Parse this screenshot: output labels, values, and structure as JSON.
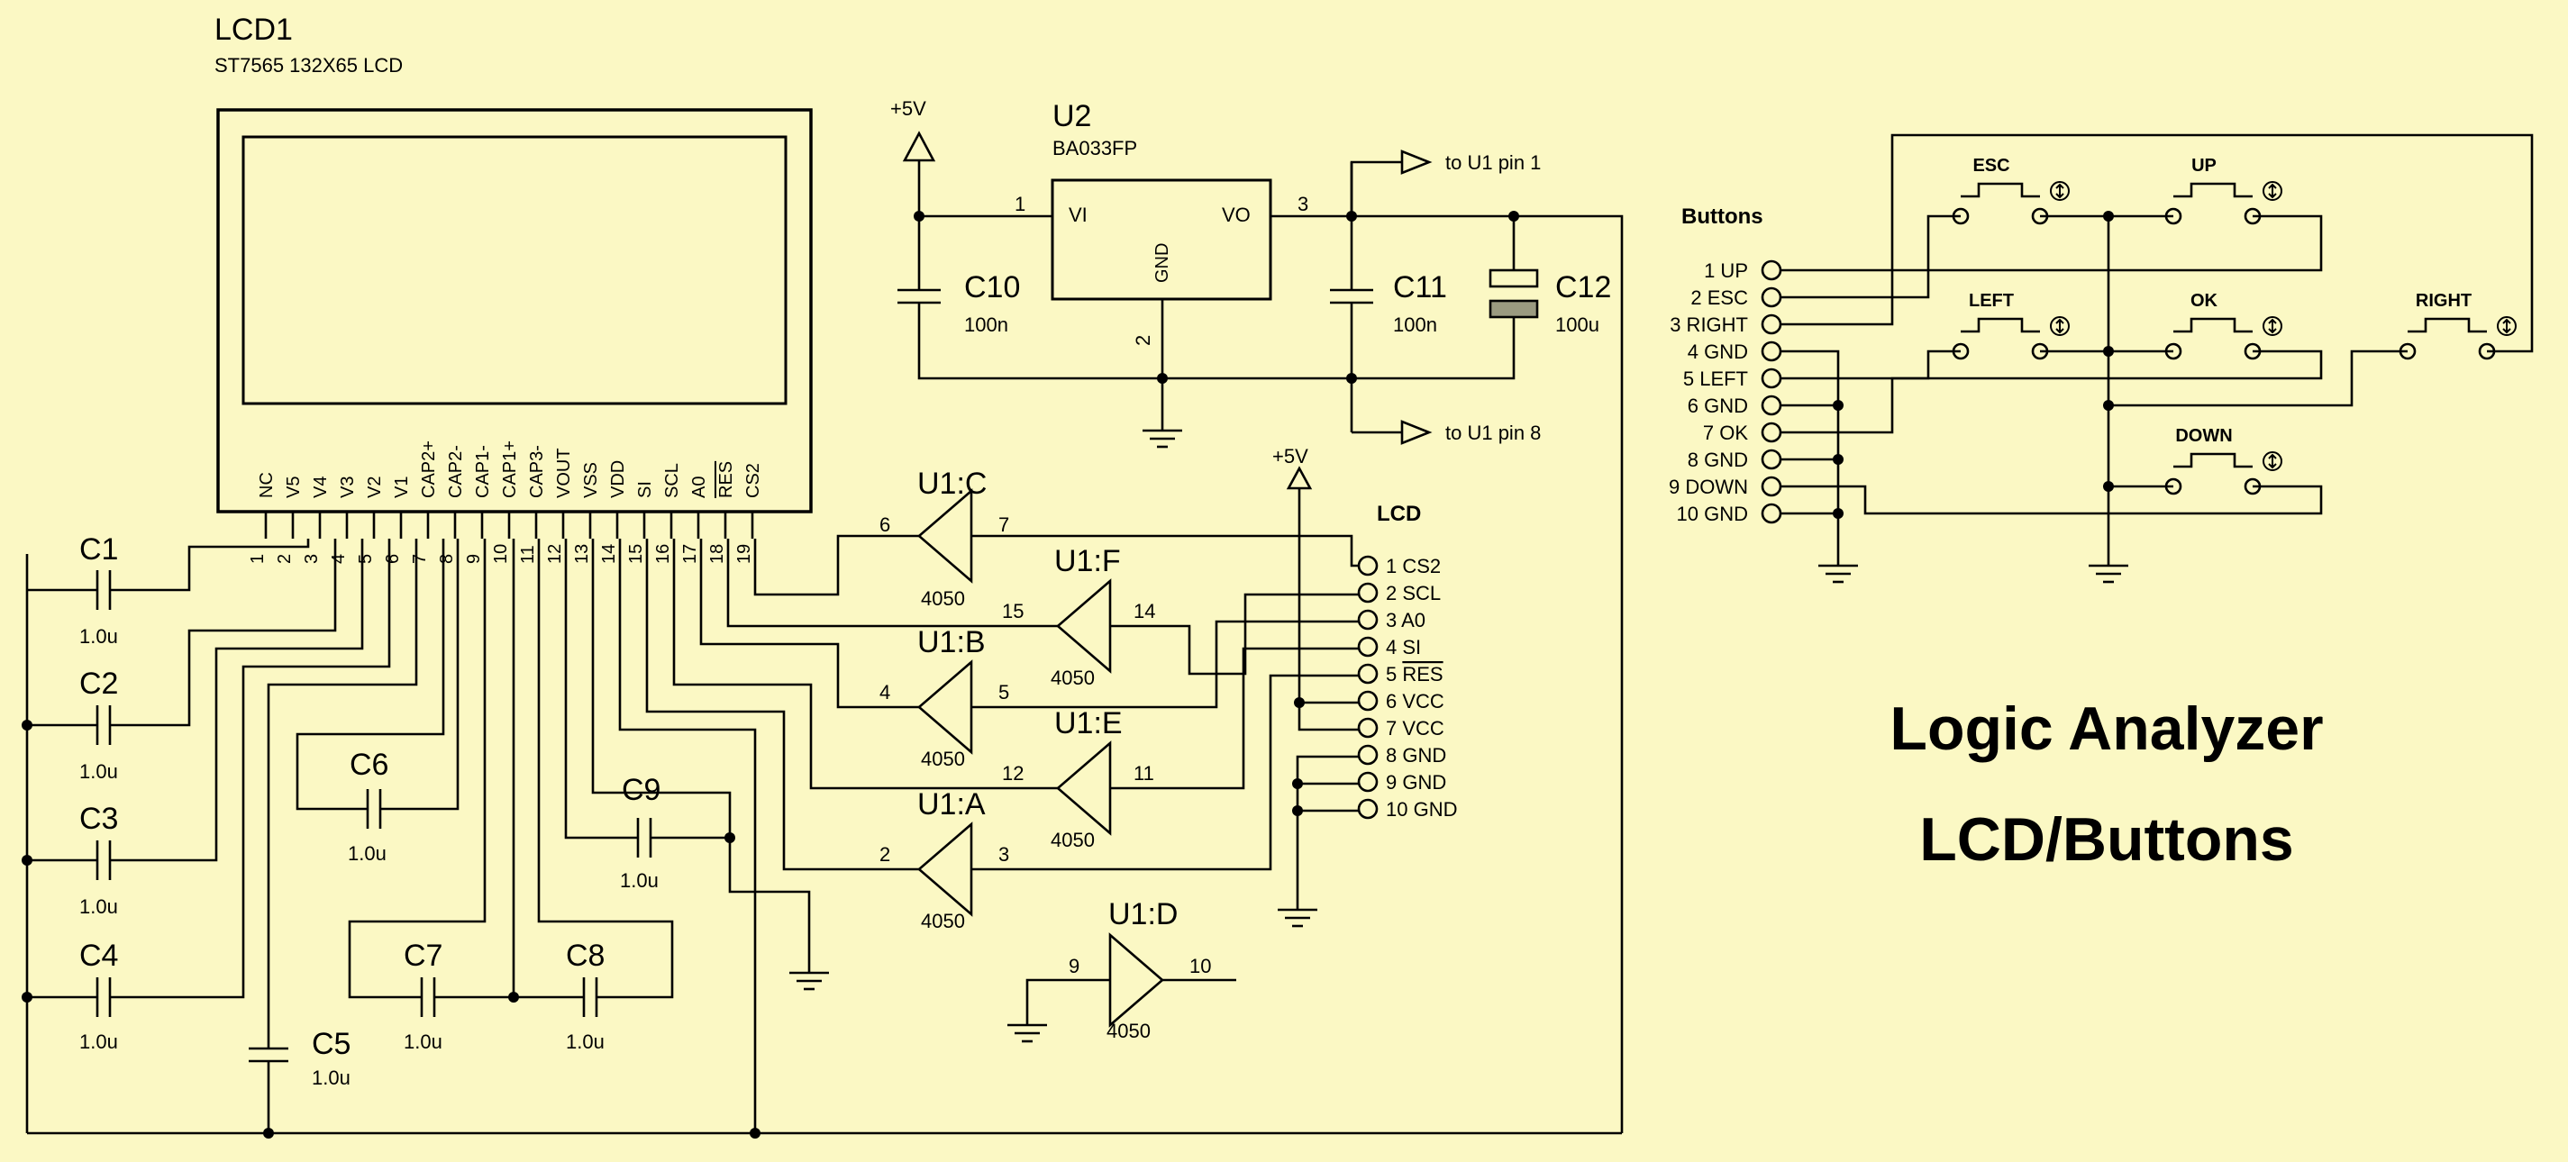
{
  "title": {
    "line1": "Logic Analyzer",
    "line2": "LCD/Buttons"
  },
  "lcd1": {
    "ref": "LCD1",
    "desc": "ST7565 132X65 LCD",
    "pins": [
      "NC",
      "V5",
      "V4",
      "V3",
      "V2",
      "V1",
      "CAP2+",
      "CAP2-",
      "CAP1-",
      "CAP1+",
      "CAP3-",
      "VOUT",
      "VSS",
      "VDD",
      "SI",
      "SCL",
      "A0",
      "RES",
      "CS2"
    ],
    "pin_numbers": [
      "1",
      "2",
      "3",
      "4",
      "5",
      "6",
      "7",
      "8",
      "9",
      "10",
      "11",
      "12",
      "13",
      "14",
      "15",
      "16",
      "17",
      "18",
      "19"
    ]
  },
  "capacitors": {
    "C1": {
      "ref": "C1",
      "value": "1.0u"
    },
    "C2": {
      "ref": "C2",
      "value": "1.0u"
    },
    "C3": {
      "ref": "C3",
      "value": "1.0u"
    },
    "C4": {
      "ref": "C4",
      "value": "1.0u"
    },
    "C5": {
      "ref": "C5",
      "value": "1.0u"
    },
    "C6": {
      "ref": "C6",
      "value": "1.0u"
    },
    "C7": {
      "ref": "C7",
      "value": "1.0u"
    },
    "C8": {
      "ref": "C8",
      "value": "1.0u"
    },
    "C9": {
      "ref": "C9",
      "value": "1.0u"
    },
    "C10": {
      "ref": "C10",
      "value": "100n"
    },
    "C11": {
      "ref": "C11",
      "value": "100n"
    },
    "C12": {
      "ref": "C12",
      "value": "100u"
    }
  },
  "regulator": {
    "ref": "U2",
    "part": "BA033FP",
    "vi": "VI",
    "vo": "VO",
    "gnd": "GND",
    "pin1": "1",
    "pin2": "2",
    "pin3": "3",
    "supply": "+5V",
    "out1": "to U1 pin 1",
    "out2": "to U1 pin 8"
  },
  "buffers": {
    "UC": {
      "ref": "U1:C",
      "part": "4050",
      "in": "7",
      "out": "6"
    },
    "UF": {
      "ref": "U1:F",
      "part": "4050",
      "in": "14",
      "out": "15"
    },
    "UB": {
      "ref": "U1:B",
      "part": "4050",
      "in": "5",
      "out": "4"
    },
    "UE": {
      "ref": "U1:E",
      "part": "4050",
      "in": "11",
      "out": "12"
    },
    "UA": {
      "ref": "U1:A",
      "part": "4050",
      "in": "3",
      "out": "2"
    },
    "UD": {
      "ref": "U1:D",
      "part": "4050",
      "in": "9",
      "out": "10"
    }
  },
  "lcd_header": {
    "title": "LCD",
    "supply": "+5V",
    "pins": [
      "1 CS2",
      "2 SCL",
      "3 A0",
      "4 SI",
      "5 RES",
      "6 VCC",
      "7 VCC",
      "8 GND",
      "9 GND",
      "10 GND"
    ]
  },
  "buttons_header": {
    "title": "Buttons",
    "pins": [
      "1 UP",
      "2 ESC",
      "3 RIGHT",
      "4 GND",
      "5 LEFT",
      "6 GND",
      "7 OK",
      "8 GND",
      "9 DOWN",
      "10 GND"
    ]
  },
  "switches": {
    "esc": "ESC",
    "up": "UP",
    "left": "LEFT",
    "ok": "OK",
    "right": "RIGHT",
    "down": "DOWN"
  }
}
